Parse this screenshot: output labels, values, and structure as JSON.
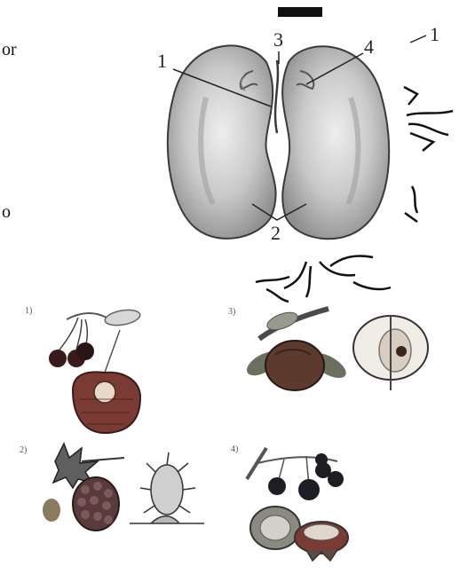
{
  "side_fragments": {
    "top": "or",
    "mid": "o"
  },
  "seed_labels": {
    "l1": "1",
    "l2": "2",
    "l3": "3",
    "l4": "4",
    "right1": "1"
  },
  "fruit_numbers": {
    "f1": "1)",
    "f2": "2)",
    "f3": "3)",
    "f4": "4)"
  },
  "colors": {
    "cotyledon_fill": "#c7c7c7",
    "cotyledon_stroke": "#3a3a3a",
    "cherry": "#3a1a1a",
    "cherry_flesh": "#7a3b34",
    "raspberry": "#5a3a3a",
    "apple": "#5d3a2e",
    "leaf": "#6a7060",
    "berry_dark": "#1d1d24"
  },
  "icons": [
    "bean-seed-figure",
    "root-sketch",
    "cherry-figure",
    "raspberry-figure",
    "apple-figure",
    "berry-cluster-figure"
  ]
}
